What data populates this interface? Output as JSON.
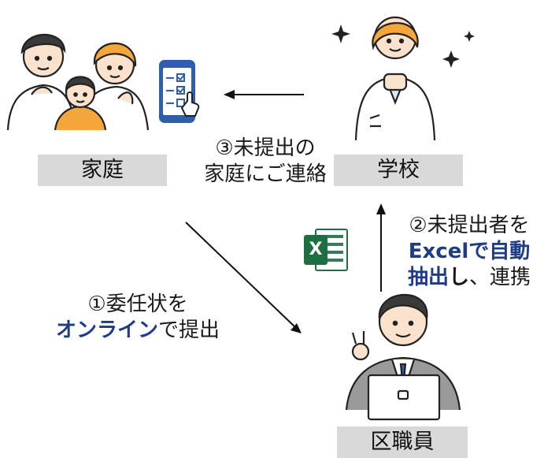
{
  "labels": {
    "family": "家庭",
    "school": "学校",
    "staff": "区職員"
  },
  "step1": {
    "line1": "①委任状を",
    "highlight": "オンライン",
    "rest": "で提出"
  },
  "step2": {
    "line1": "②未提出者を",
    "highlight_line2": "Excelで自動",
    "highlight_line3": "抽出",
    "bold_line3": "し",
    "rest_line3": "、連携"
  },
  "step3": {
    "line1": "③未提出の",
    "line2": "家庭にご連絡"
  },
  "excel_icon_letter": "X",
  "colors": {
    "highlight": "#1f3c88",
    "label_bg": "#d9d9d9",
    "excel_green": "#1d6f42",
    "skin": "#f7d9bf",
    "hair_dark": "#3a3a3a",
    "hair_orange": "#f4a63a",
    "tablet_blue": "#2f5fa8"
  }
}
